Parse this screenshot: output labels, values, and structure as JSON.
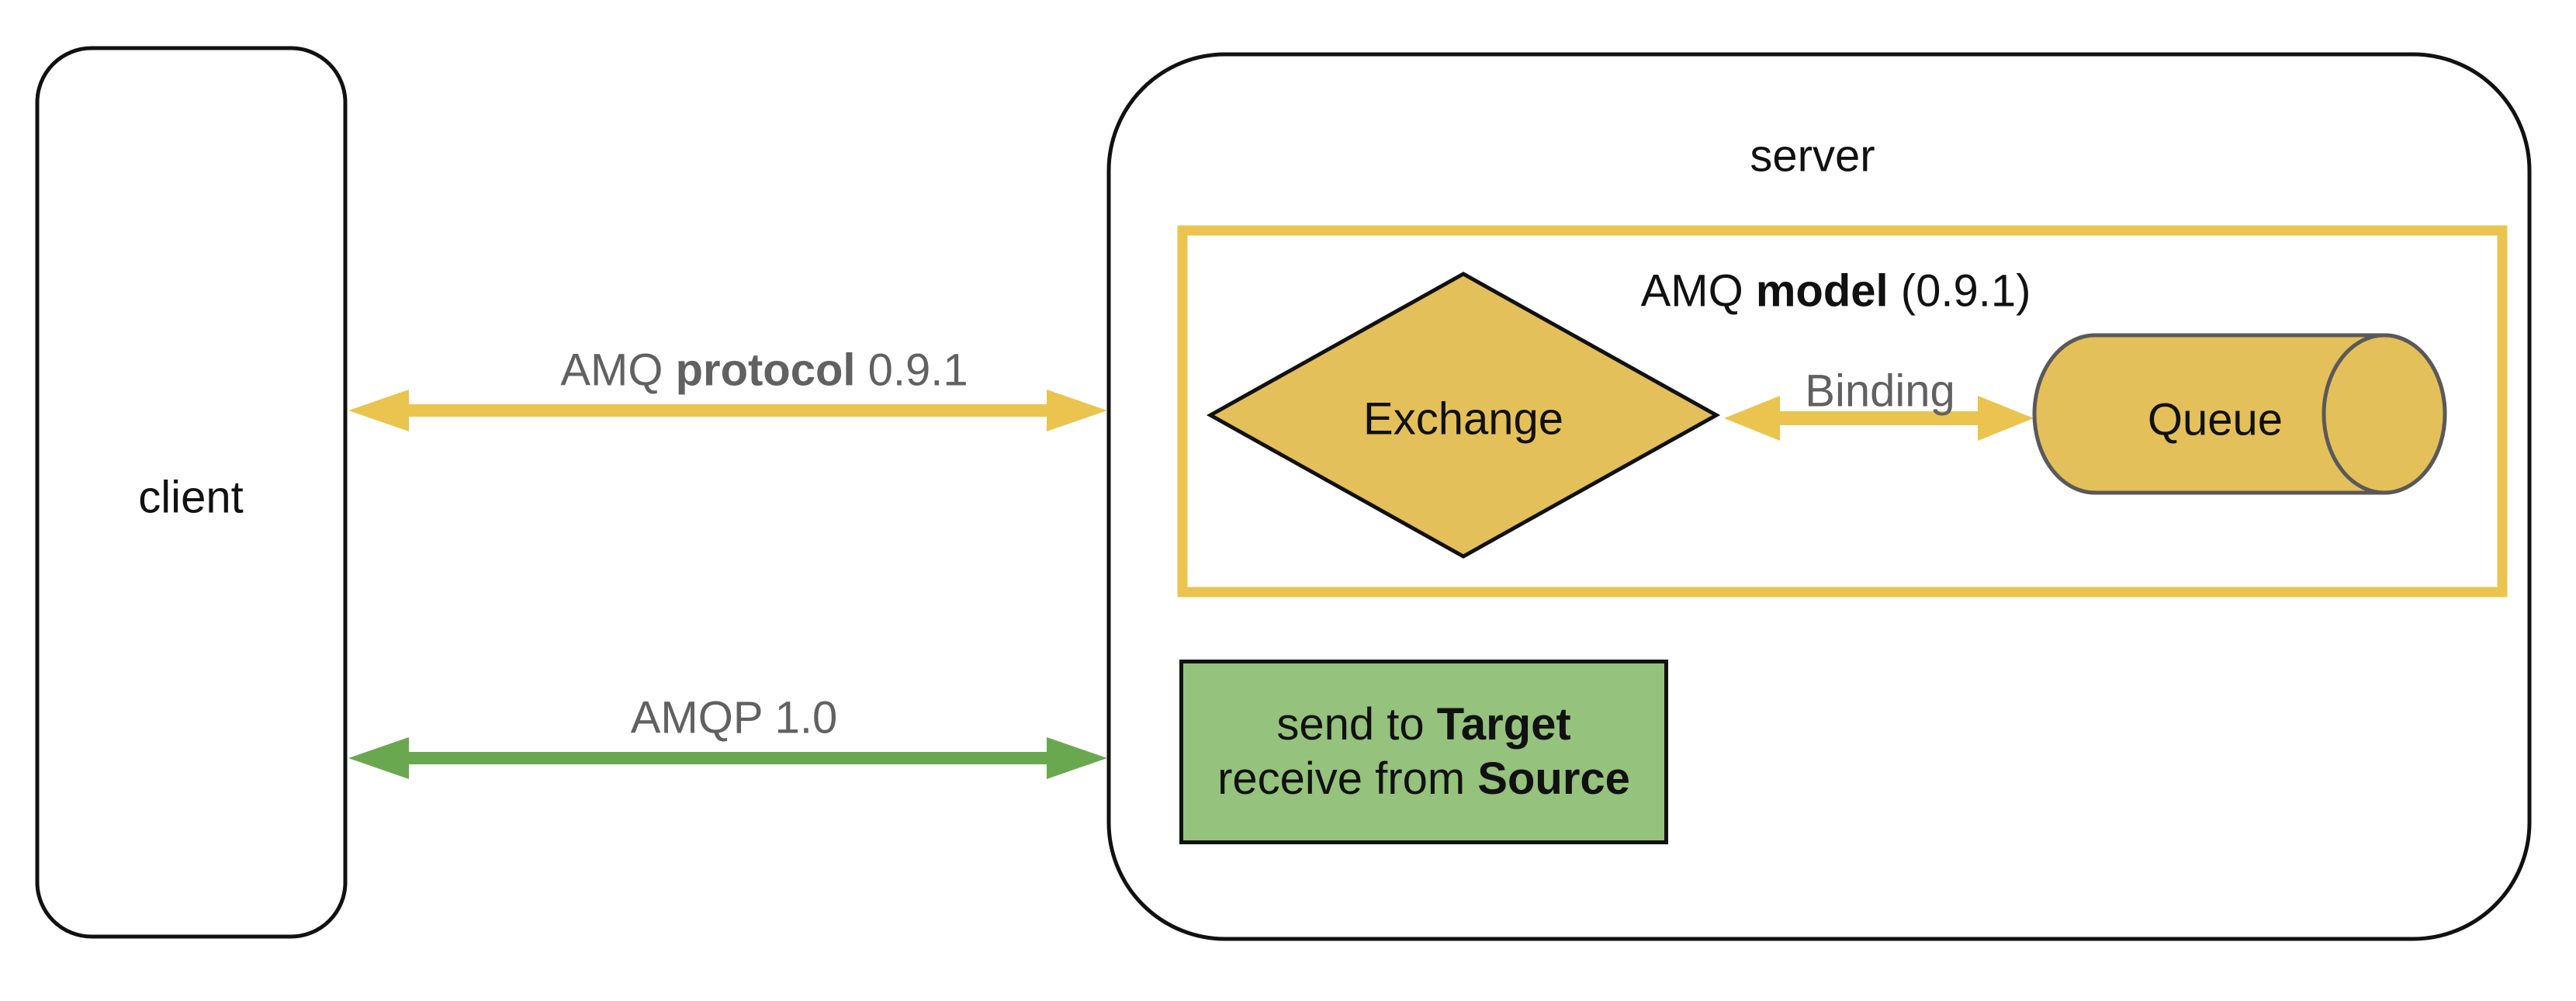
{
  "client": {
    "label": "client"
  },
  "server": {
    "label": "server"
  },
  "amq_model_box": {
    "title_prefix": "AMQ ",
    "title_bold": "model",
    "title_suffix": " (0.9.1)"
  },
  "exchange": {
    "label": "Exchange"
  },
  "binding": {
    "label": "Binding"
  },
  "queue": {
    "label": "Queue"
  },
  "target_box": {
    "line1_prefix": "send to ",
    "line1_bold": "Target",
    "line2_prefix": "receive from ",
    "line2_bold": "Source"
  },
  "protocol_arrow": {
    "label_prefix": "AMQ ",
    "label_bold": "protocol",
    "label_suffix": " 0.9.1"
  },
  "amqp_arrow": {
    "label": "AMQP 1.0"
  },
  "colors": {
    "yellow_accent": "#EAC44E",
    "gold_fill": "#E4C05A",
    "green_accent": "#6AA84F",
    "green_fill": "#95C27D",
    "gray_text": "#616161",
    "cylinder_stroke": "#595959",
    "line_black": "#111111"
  }
}
